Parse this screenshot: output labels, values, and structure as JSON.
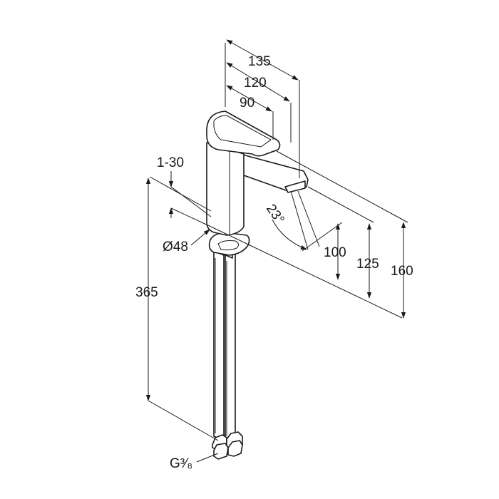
{
  "dimensions": {
    "total_length": "135",
    "lever_to_spout": "120",
    "lever_length": "90",
    "deck_thickness": "1-30",
    "base_diameter": "Ø48",
    "spout_angle": "23°",
    "spout_height": "100",
    "outlet_height": "125",
    "overall_height": "160",
    "hose_length": "365",
    "connection_thread": "G³⁄₈"
  }
}
